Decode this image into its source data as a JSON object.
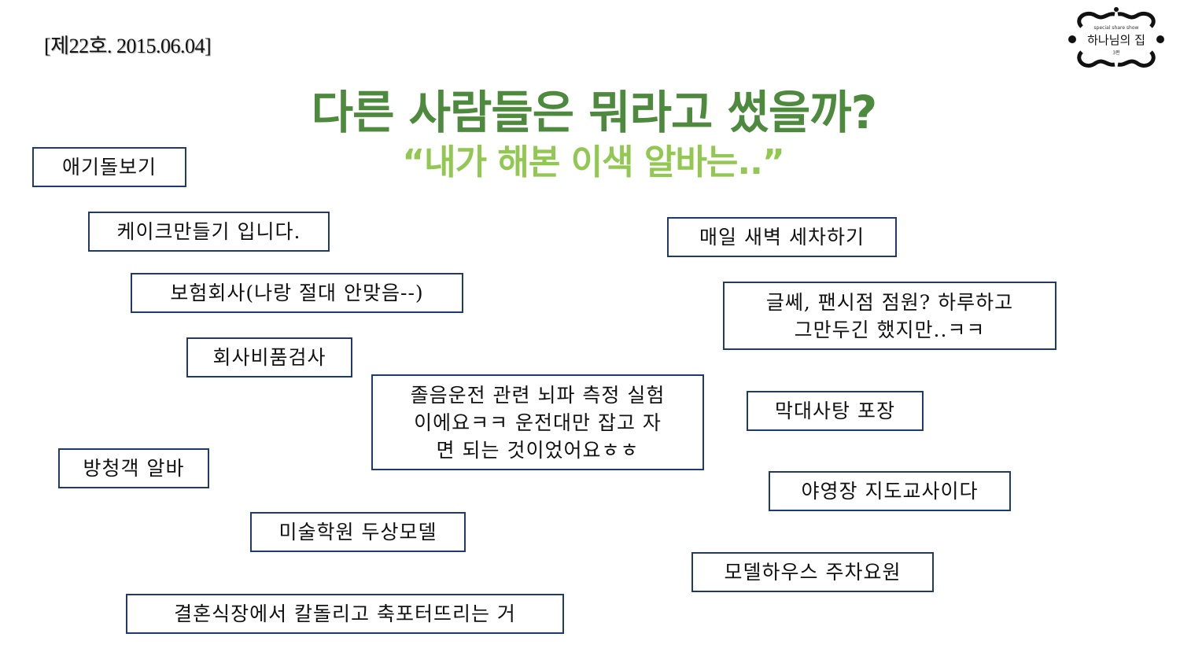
{
  "header": {
    "issue": "[제22호. 2015.06.04]"
  },
  "logo": {
    "top_text": "special share show",
    "main_text": "하나님의 집",
    "sub_text": "3편"
  },
  "title": "다른 사람들은 뭐라고 썼을까?",
  "subtitle": "“내가 해본 이색 알바는..”",
  "answers": [
    {
      "lines": [
        "애기돌보기"
      ]
    },
    {
      "lines": [
        "케이크만들기 입니다."
      ]
    },
    {
      "lines": [
        "보험회사(나랑 절대 안맞음--)"
      ]
    },
    {
      "lines": [
        "회사비품검사"
      ]
    },
    {
      "lines": [
        "졸음운전 관련 뇌파 측정 실험",
        "이에요ㅋㅋ 운전대만 잡고 자",
        "면 되는 것이었어요ㅎㅎ"
      ]
    },
    {
      "lines": [
        "방청객 알바"
      ]
    },
    {
      "lines": [
        "미술학원 두상모델"
      ]
    },
    {
      "lines": [
        "결혼식장에서 칼돌리고 축포터뜨리는 거"
      ]
    },
    {
      "lines": [
        "매일 새벽 세차하기"
      ]
    },
    {
      "lines": [
        "글쎄, 팬시점 점원? 하루하고",
        "그만두긴 했지만..ㅋㅋ"
      ]
    },
    {
      "lines": [
        "막대사탕 포장"
      ]
    },
    {
      "lines": [
        "야영장 지도교사이다"
      ]
    },
    {
      "lines": [
        "모델하우스 주차요원"
      ]
    }
  ],
  "colors": {
    "title": "#4e8a3e",
    "subtitle": "#92c851",
    "box_border": "#1f3a6e"
  }
}
